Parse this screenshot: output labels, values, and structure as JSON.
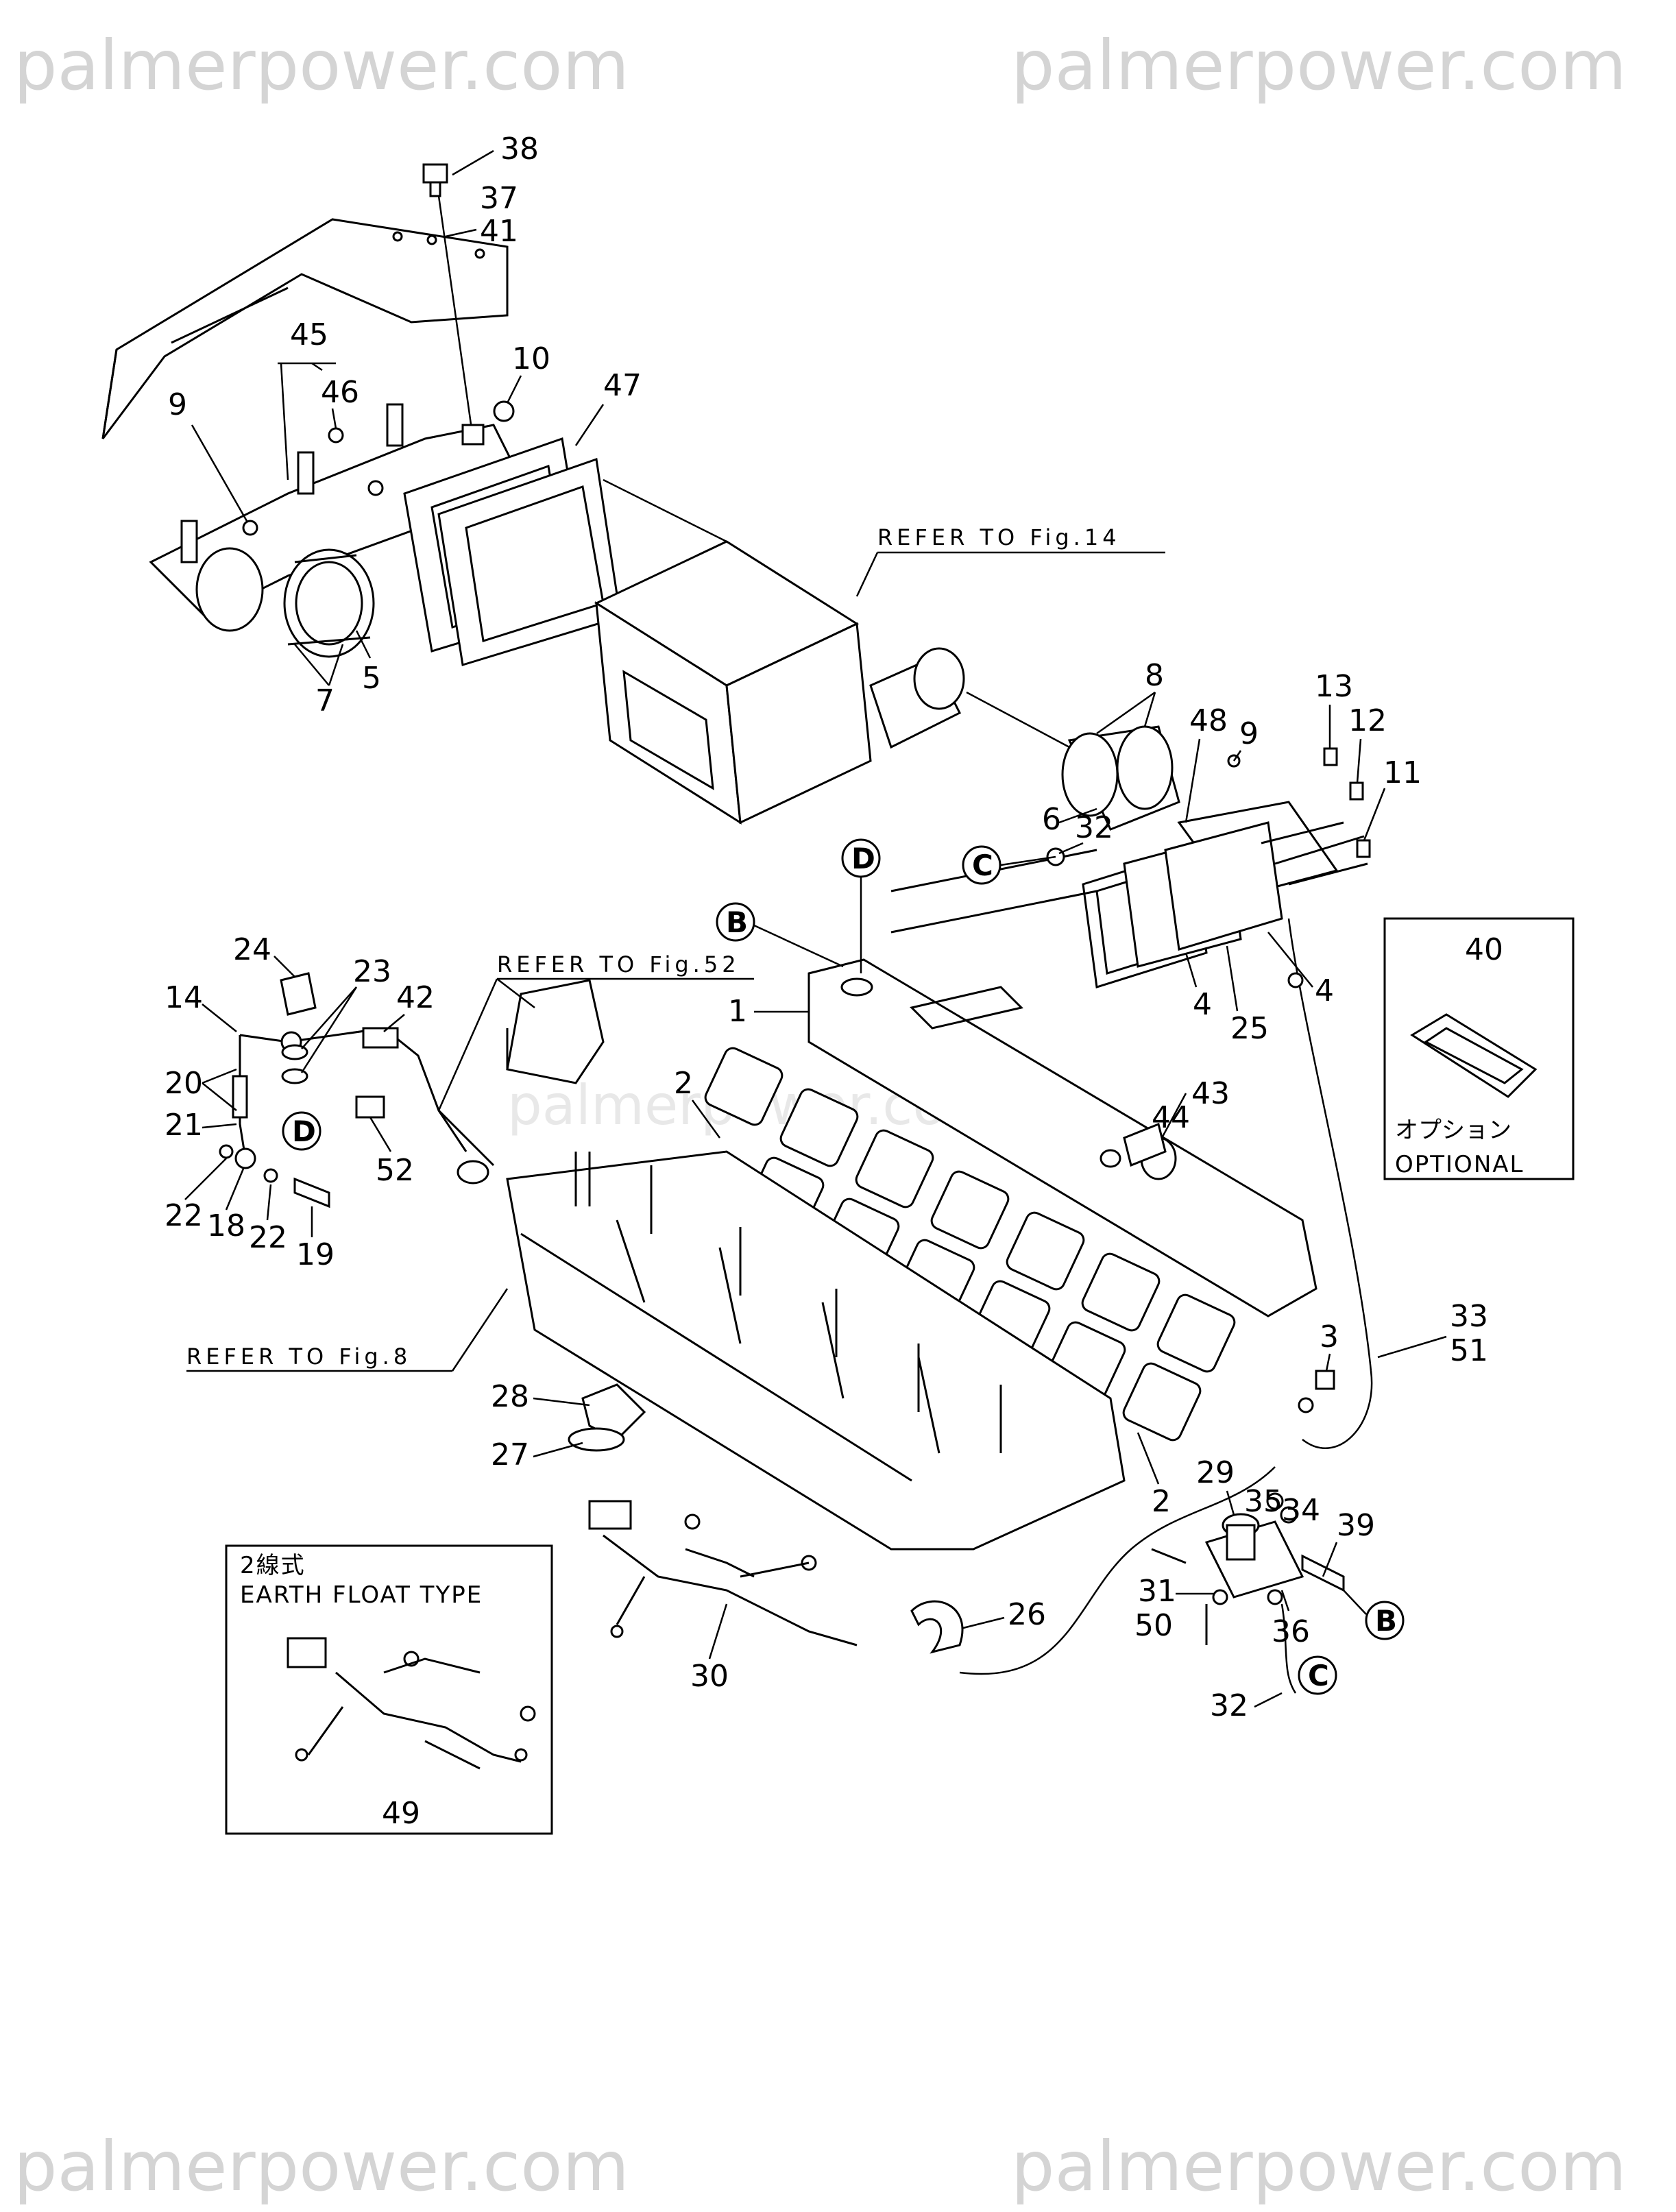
{
  "watermarks": {
    "top_left": "palmerpower.com",
    "top_right": "palmerpower.com",
    "center": "palmerpower.com",
    "bottom_left": "palmerpower.com",
    "bottom_right": "palmerpower.com"
  },
  "references": {
    "fig14": "REFER TO Fig.14",
    "fig52": "REFER TO Fig.52",
    "fig8": "REFER TO Fig.8"
  },
  "circle_markers": {
    "B": "B",
    "C": "C",
    "D": "D"
  },
  "optional_box": {
    "part_number": "40",
    "label_jp": "オプション",
    "label_en": "OPTIONAL"
  },
  "earth_float_box": {
    "title_jp": "2線式",
    "title_en": "EARTH FLOAT TYPE",
    "part_number": "49"
  },
  "callouts": {
    "c38": "38",
    "c37": "37",
    "c41": "41",
    "c45": "45",
    "c46": "46",
    "c9a": "9",
    "c10": "10",
    "c47": "47",
    "c7": "7",
    "c5": "5",
    "c8": "8",
    "c13": "13",
    "c12": "12",
    "c11": "11",
    "c48": "48",
    "c9b": "9",
    "c6": "6",
    "c32a": "32",
    "c24": "24",
    "c23": "23",
    "c42": "42",
    "c14": "14",
    "c20": "20",
    "c21": "21",
    "c22a": "22",
    "c18": "18",
    "c22b": "22",
    "c19": "19",
    "c52": "52",
    "c1": "1",
    "c2a": "2",
    "c4a": "4",
    "c4b": "4",
    "c25": "25",
    "c43": "43",
    "c44": "44",
    "c33": "33",
    "c51": "51",
    "c3": "3",
    "c28": "28",
    "c27": "27",
    "c2b": "2",
    "c29": "29",
    "c35": "35",
    "c34": "34",
    "c39": "39",
    "c31": "31",
    "c50": "50",
    "c36": "36",
    "c26": "26",
    "c30": "30",
    "c32b": "32"
  }
}
